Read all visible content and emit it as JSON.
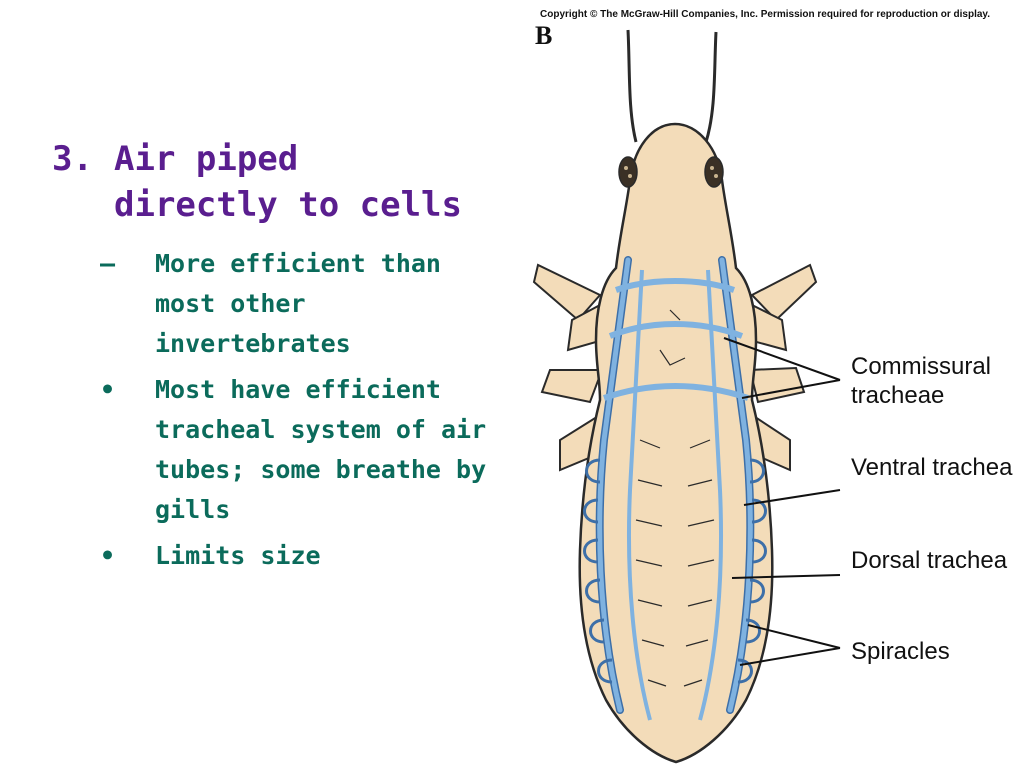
{
  "heading": {
    "number": "3.",
    "text": "Air piped directly to cells"
  },
  "bullets": [
    {
      "marker": "–",
      "text": "More efficient than most other invertebrates"
    },
    {
      "marker": "•",
      "text": "Most have efficient tracheal system of air tubes; some breathe by gills"
    },
    {
      "marker": "•",
      "text": "Limits size"
    }
  ],
  "figure": {
    "copyright": "Copyright © The McGraw-Hill Companies, Inc. Permission required for reproduction or display.",
    "panel_letter": "B",
    "labels": {
      "commissural": "Commissural tracheae",
      "ventral": "Ventral trachea",
      "dorsal": "Dorsal trachea",
      "spiracles": "Spiracles"
    },
    "colors": {
      "body": "#f3dcb9",
      "outline": "#2a2a2a",
      "trachea": "#7fb2e0",
      "trachea_dark": "#3d6fa8"
    }
  }
}
